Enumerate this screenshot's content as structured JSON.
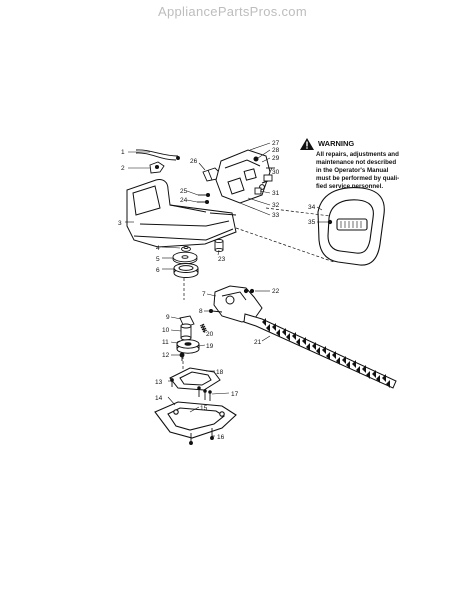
{
  "site": {
    "watermark": "AppliancePartsPros.com"
  },
  "warning": {
    "heading": "WARNING",
    "lines": [
      "All repairs, adjustments and",
      "maintenance not described",
      "in the Operator's Manual",
      "must be performed by quali-",
      "fied service personnel."
    ]
  },
  "callouts": [
    "1",
    "2",
    "3",
    "4",
    "5",
    "6",
    "7",
    "8",
    "9",
    "10",
    "11",
    "12",
    "13",
    "14",
    "15",
    "16",
    "17",
    "18",
    "19",
    "20",
    "21",
    "22",
    "23",
    "24",
    "25",
    "26",
    "27",
    "28",
    "29",
    "30",
    "31",
    "32",
    "33",
    "34",
    "35"
  ]
}
